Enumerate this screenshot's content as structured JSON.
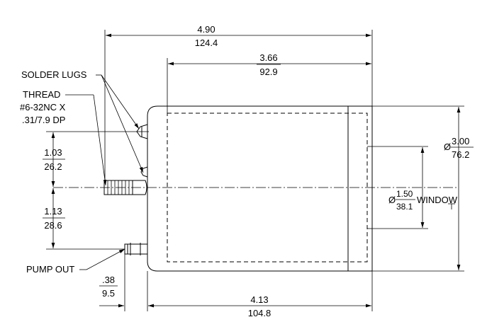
{
  "dimensions": {
    "overall_length": {
      "in": "4.90",
      "mm": "124.4"
    },
    "inner_length": {
      "in": "3.66",
      "mm": "92.9"
    },
    "body_length": {
      "in": "4.13",
      "mm": "104.8"
    },
    "flange_offset": {
      "in": ".38",
      "mm": "9.5"
    },
    "upper_offset": {
      "in": "1.03",
      "mm": "26.2"
    },
    "lower_offset": {
      "in": "1.13",
      "mm": "28.6"
    },
    "diameter": {
      "symbol": "Ø",
      "in": "3.00",
      "mm": "76.2"
    },
    "window_diameter": {
      "symbol": "Ø",
      "in": "1.50",
      "mm": "38.1",
      "suffix": "WINDOW"
    }
  },
  "labels": {
    "solder_lugs": "SOLDER LUGS",
    "thread_line1": "THREAD",
    "thread_line2": "#6-32NC X",
    "thread_line3": ".31/7.9 DP",
    "pump_out": "PUMP OUT"
  }
}
